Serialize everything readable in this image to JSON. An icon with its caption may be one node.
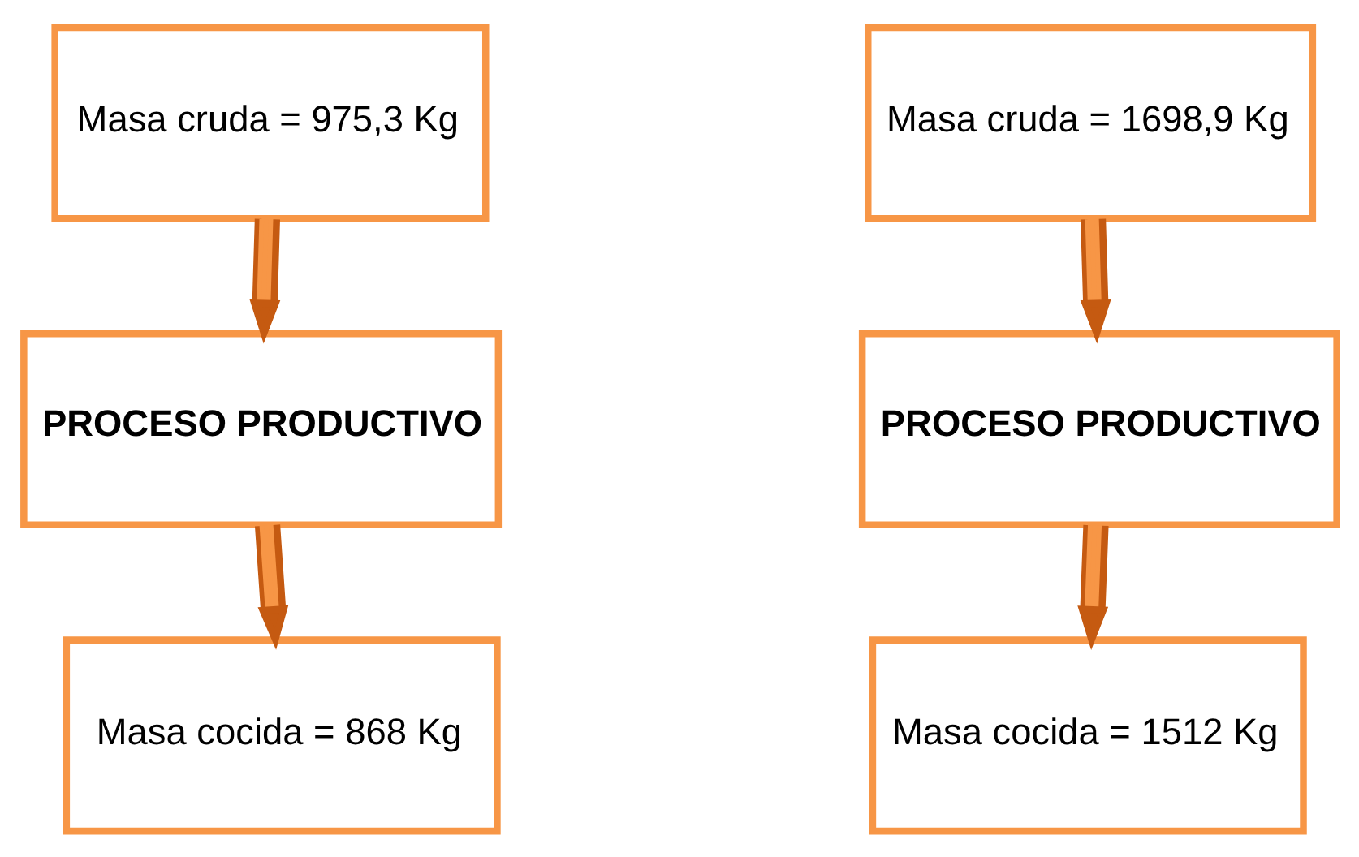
{
  "diagram": {
    "nodes": [
      {
        "text": [
          "Masa cruda = 975,3 Kg"
        ]
      },
      {
        "text": [
          "PROCESO PRODUCTIVO"
        ]
      },
      {
        "text": [
          "Masa cocida = 868 Kg"
        ]
      },
      {
        "text": [
          "Masa cruda = 1698,9 Kg"
        ]
      },
      {
        "text": [
          "PROCESO PRODUCTIVO"
        ]
      },
      {
        "text": [
          "Masa cocida = 1512 Kg"
        ]
      }
    ],
    "edges": [
      {
        "from": 0,
        "to": 1,
        "arrow": "to"
      },
      {
        "from": 1,
        "to": 2,
        "arrow": "to"
      },
      {
        "from": 3,
        "to": 4,
        "arrow": "to"
      },
      {
        "from": 4,
        "to": 5,
        "arrow": "to"
      }
    ]
  }
}
